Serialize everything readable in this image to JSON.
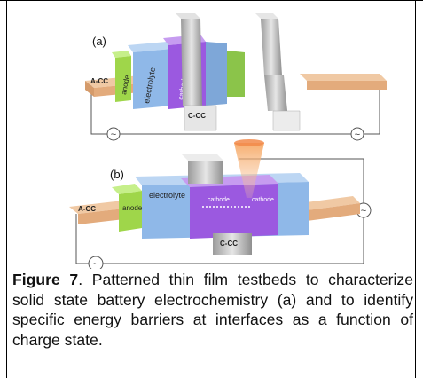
{
  "panel_a": {
    "label": "(a)",
    "layers": {
      "a_cc": "A-CC",
      "anode": "anode",
      "electrolyte": "electrolyte",
      "cathode": "cathode",
      "c_cc": "C-CC"
    },
    "source_symbol": "~"
  },
  "panel_b": {
    "label": "(b)",
    "layers": {
      "a_cc": "A-CC",
      "anode": "anode",
      "electrolyte": "electrolyte",
      "cathode_left": "cathode",
      "cathode_right": "cathode",
      "c_cc": "C-CC"
    },
    "source_symbol": "~"
  },
  "caption": {
    "label": "Figure 7",
    "text": ". Patterned thin film testbeds to characterize solid state battery electrochemistry (a) and to identify specific energy barriers at interfaces as a function of charge state."
  },
  "colors": {
    "current_collector": "#e8b98f",
    "anode": "#9fd64a",
    "electrolyte": "#8fb8e8",
    "cathode": "#9b59e0",
    "metal": "#c8c8c8",
    "beam": "#f28a4a"
  }
}
